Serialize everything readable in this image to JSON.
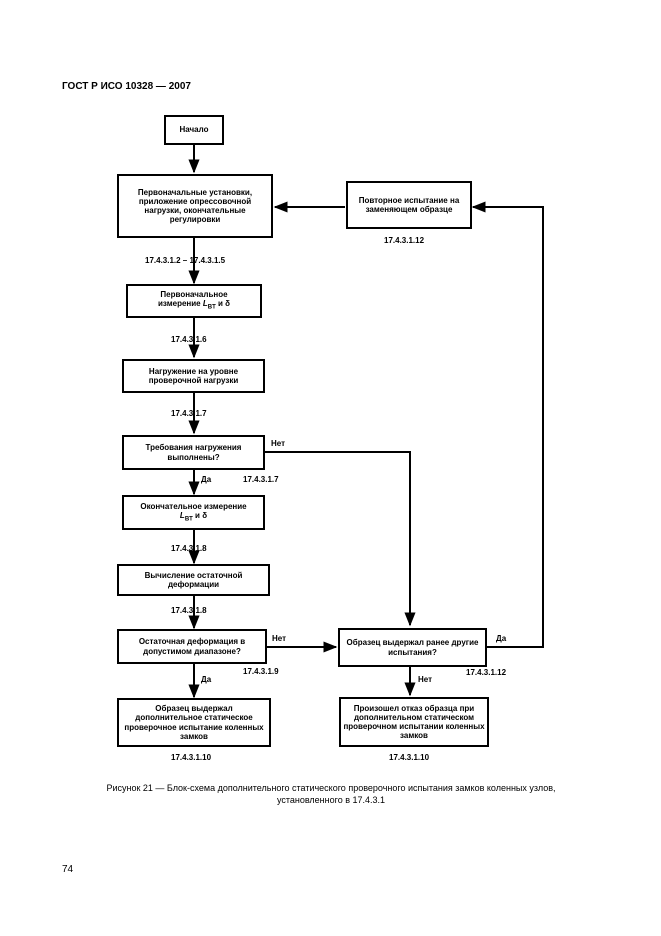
{
  "header": "ГОСТ Р ИСО 10328 — 2007",
  "boxes": {
    "start": "Начало",
    "initial_settings": "Первоначальные установки, приложение опрессовочной нагрузки, окончательные регулировки",
    "initial_measure_1": "Первоначальное",
    "initial_measure_2": "измерение",
    "initial_measure_var": "L",
    "initial_measure_sub": "BT",
    "initial_measure_3": "и δ",
    "loading": "Нагружение на уровне проверочной нагрузки",
    "requirements_met": "Требования нагружения выполнены?",
    "final_measure_1": "Окончательное измерение",
    "final_measure_var": "L",
    "final_measure_sub": "BT",
    "final_measure_3": "и δ",
    "residual_calc": "Вычисление остаточной деформации",
    "residual_in_range": "Остаточная деформация в допустимом диапазоне?",
    "passed": "Образец выдержал дополнительное статическое проверочное испытание коленных замков",
    "retest": "Повторное испытание на заменяющем образце",
    "passed_before": "Образец выдержал ранее другие испытания?",
    "failed": "Произошел отказ образца при дополнительном статическом проверочном испытании коленных замков"
  },
  "refs": {
    "r1": "17.4.3.1.2 – 17.4.3.1.5",
    "r2": "17.4.3.1.6",
    "r3": "17.4.3.1.7",
    "r4": "17.4.3.1.7",
    "r5": "17.4.3.1.8",
    "r6": "17.4.3.1.8",
    "r7": "17.4.3.1.9",
    "r8": "17.4.3.1.10",
    "r9": "17.4.3.1.12",
    "r10": "17.4.3.1.12",
    "r11": "17.4.3.1.10"
  },
  "labels": {
    "no1": "Нет",
    "yes1": "Да",
    "no2": "Нет",
    "yes2": "Да",
    "yes3": "Да",
    "no3": "Нет"
  },
  "caption_line1": "Рисунок 21 — Блок-схема дополнительного статического проверочного испытания замков коленных узлов,",
  "caption_line2": "установленного в 17.4.3.1",
  "page_number": "74"
}
